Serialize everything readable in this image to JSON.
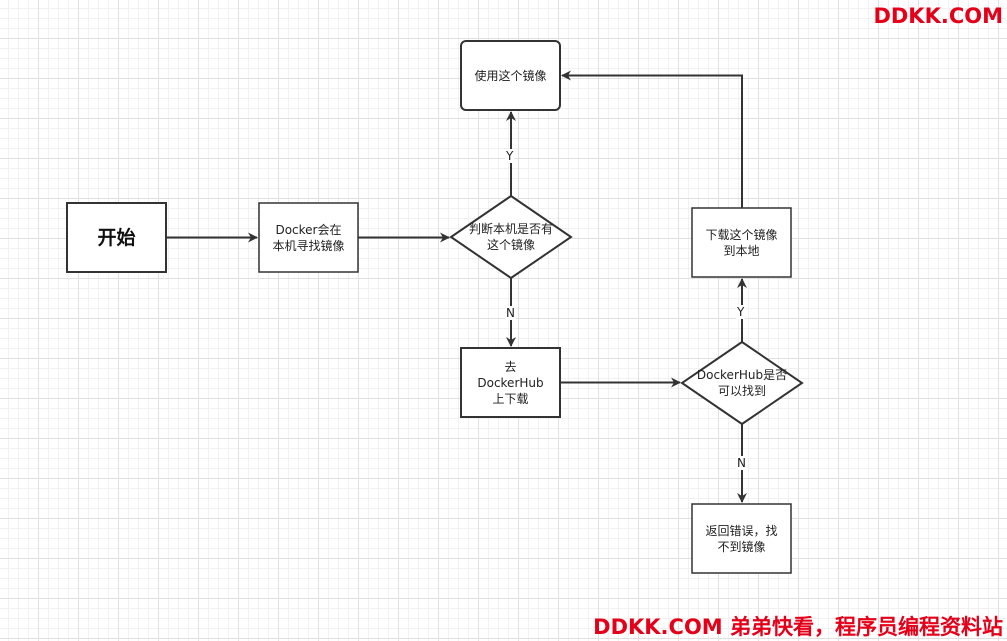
{
  "nodes": {
    "start": "开始",
    "docker_local_search": "Docker会在\n本机寻找镜像",
    "decision_local_exists": "判断本机是否有\n这个镜像",
    "use_image": "使用这个镜像",
    "go_dockerhub": "去\nDockerHub\n上下载",
    "decision_dockerhub_found": "DockerHub是否\n可以找到",
    "download_local": "下载这个镜像\n到本地",
    "return_error": "返回错误，找\n不到镜像"
  },
  "edge_labels": {
    "local_yes": "Y",
    "local_no": "N",
    "hub_yes": "Y",
    "hub_no": "N"
  },
  "watermark": {
    "top": "DDKK.COM",
    "bottom": "DDKK.COM 弟弟快看，程序员编程资料站"
  },
  "colors": {
    "stroke": "#333333",
    "watermark": "#e5001a"
  }
}
